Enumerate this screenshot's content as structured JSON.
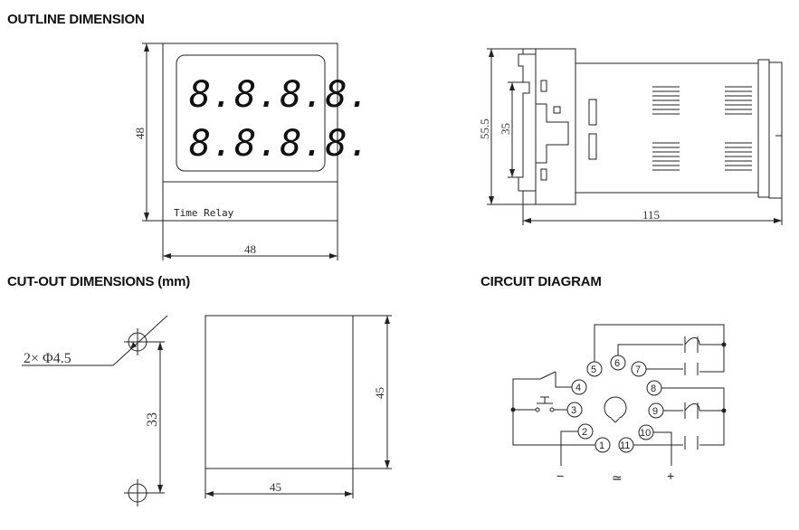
{
  "headings": {
    "outline": "OUTLINE DIMENSION",
    "cutout": "CUT-OUT DIMENSIONS (mm)",
    "circuit": "CIRCUIT DIAGRAM"
  },
  "front_view": {
    "display_row_1": "8.8.8.8.",
    "display_row_2": "8.8.8.8.",
    "label": "Time Relay",
    "width": "48",
    "height": "48"
  },
  "side_view": {
    "height_outer": "55.5",
    "height_inner": "35",
    "length": "115"
  },
  "cutout": {
    "holes": "2× Φ4.5",
    "hole_spacing": "33",
    "width": "45",
    "height": "45"
  },
  "circuit": {
    "terminals": [
      "1",
      "2",
      "3",
      "4",
      "5",
      "6",
      "7",
      "8",
      "9",
      "10",
      "11"
    ],
    "minus": "−",
    "ac": "≃",
    "plus": "+"
  }
}
